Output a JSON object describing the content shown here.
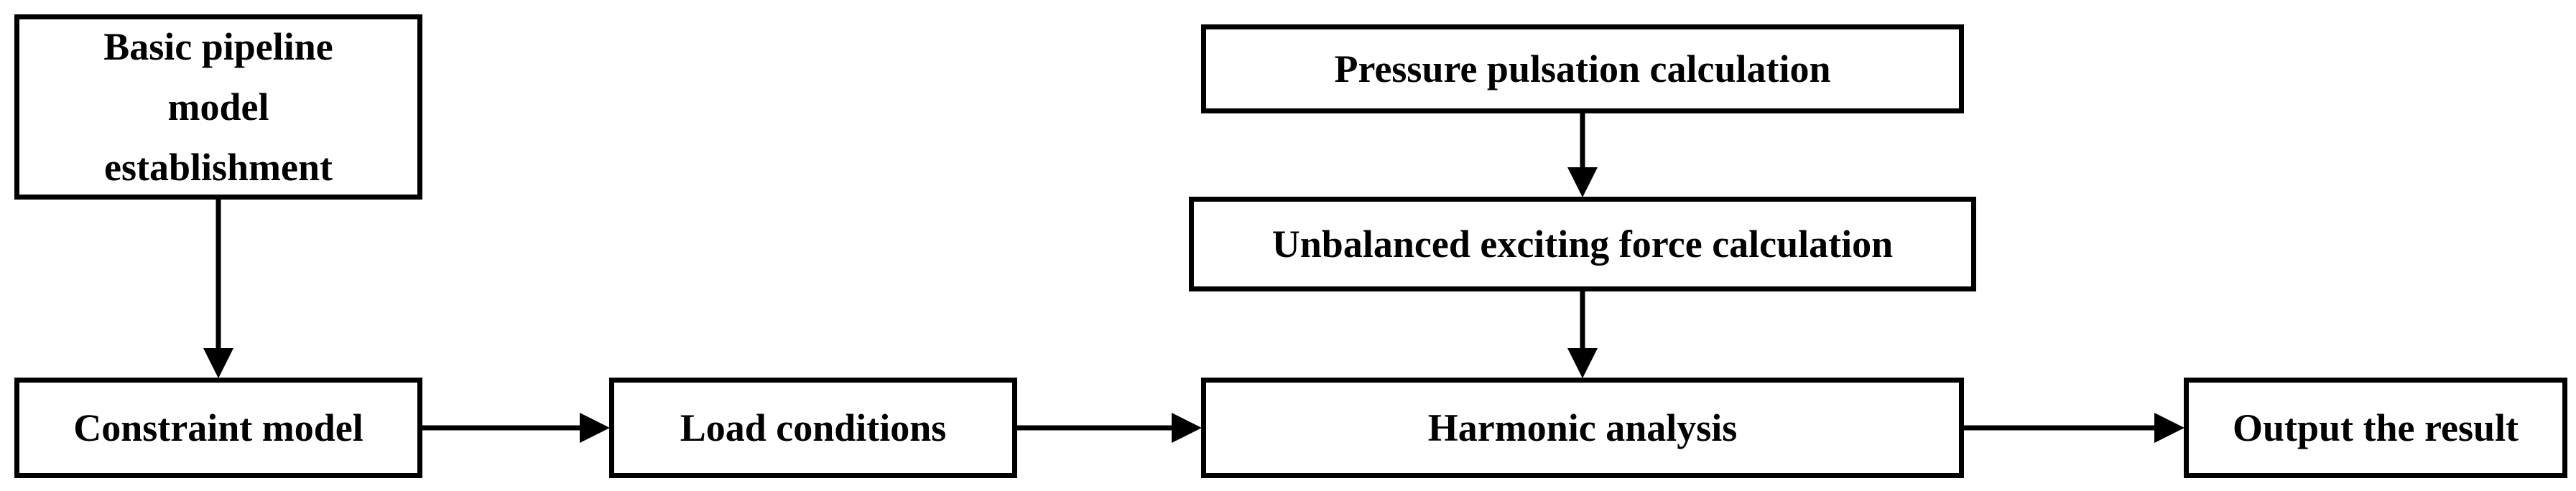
{
  "diagram": {
    "nodes": {
      "basic_pipeline": "Basic pipeline\nmodel\nestablishment",
      "constraint_model": "Constraint model",
      "load_conditions": "Load conditions",
      "harmonic_analysis": "Harmonic analysis",
      "output_result": "Output the result",
      "pressure_pulsation": "Pressure pulsation calculation",
      "unbalanced_force": "Unbalanced exciting force calculation"
    },
    "edges": [
      {
        "from": "basic_pipeline",
        "to": "constraint_model"
      },
      {
        "from": "constraint_model",
        "to": "load_conditions"
      },
      {
        "from": "load_conditions",
        "to": "harmonic_analysis"
      },
      {
        "from": "harmonic_analysis",
        "to": "output_result"
      },
      {
        "from": "pressure_pulsation",
        "to": "unbalanced_force"
      },
      {
        "from": "unbalanced_force",
        "to": "harmonic_analysis"
      }
    ],
    "colors": {
      "stroke": "#000000",
      "fill": "#ffffff",
      "text": "#000000"
    }
  }
}
